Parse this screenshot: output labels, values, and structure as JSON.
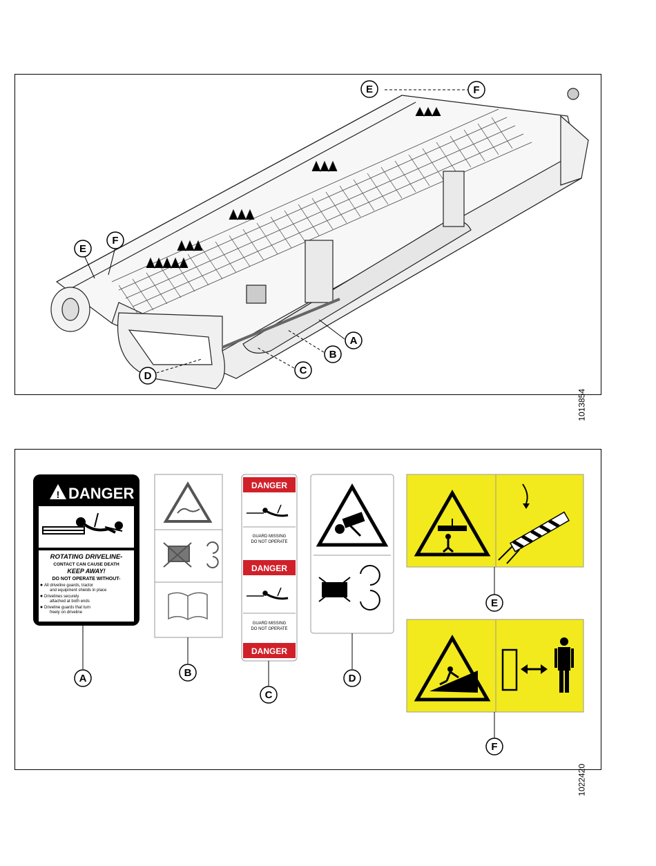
{
  "figures": [
    {
      "figure_id": "1013854",
      "callouts": [
        "A",
        "B",
        "C",
        "D",
        "E",
        "F",
        "E",
        "F"
      ]
    },
    {
      "figure_id": "1022420",
      "decals": {
        "A": {
          "letter": "A",
          "header": "DANGER",
          "line1": "ROTATING DRIVELINE-",
          "line2": "CONTACT CAN CAUSE DEATH",
          "line3": "KEEP AWAY!",
          "line4": "DO NOT OPERATE WITHOUT-",
          "bullet1a": "All driveline guards, tractor",
          "bullet1b": "and equipment shields in place",
          "bullet2a": "Drivelines securely",
          "bullet2b": "attached at both ends",
          "bullet3a": "Driveline guards that turn",
          "bullet3b": "freely on driveline"
        },
        "B": {
          "letter": "B"
        },
        "C": {
          "letter": "C",
          "header1": "DANGER",
          "guard1a": "GUARD MISSING",
          "guard1b": "DO NOT OPERATE",
          "header2": "DANGER",
          "guard2a": "GUARD MISSING",
          "guard2b": "DO NOT OPERATE",
          "header3": "DANGER"
        },
        "D": {
          "letter": "D"
        },
        "E": {
          "letter": "E"
        },
        "F": {
          "letter": "F"
        }
      }
    }
  ],
  "colors": {
    "danger_red": "#d0202a",
    "warning_yellow": "#f2ea1c",
    "black": "#000000"
  }
}
